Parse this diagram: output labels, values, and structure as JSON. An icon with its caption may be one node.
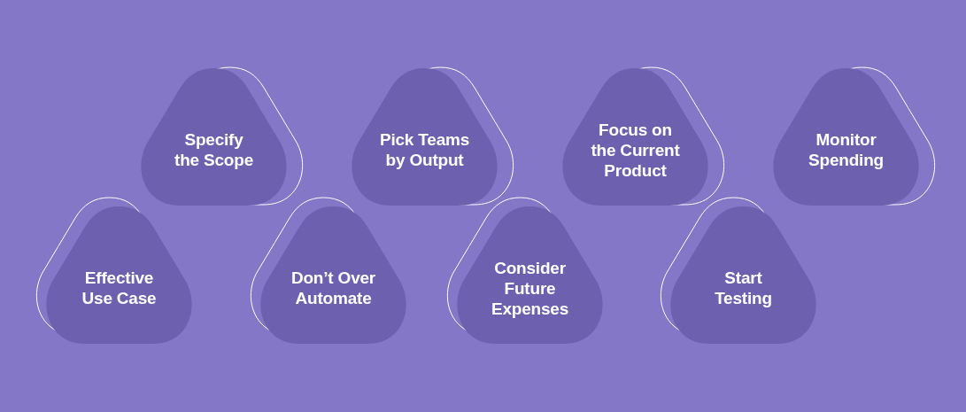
{
  "diagram": {
    "nodes": [
      {
        "text": [
          "Specify the Scope"
        ]
      },
      {
        "text": [
          "Pick Teams by Output"
        ]
      },
      {
        "text": [
          "Focus on the Current Product"
        ]
      },
      {
        "text": [
          "Monitor Spending"
        ]
      },
      {
        "text": [
          "Effective Use Case"
        ]
      },
      {
        "text": [
          "Don’t Over Automate"
        ]
      },
      {
        "text": [
          "Consider Future Expenses"
        ]
      },
      {
        "text": [
          "Start Testing"
        ]
      }
    ]
  }
}
